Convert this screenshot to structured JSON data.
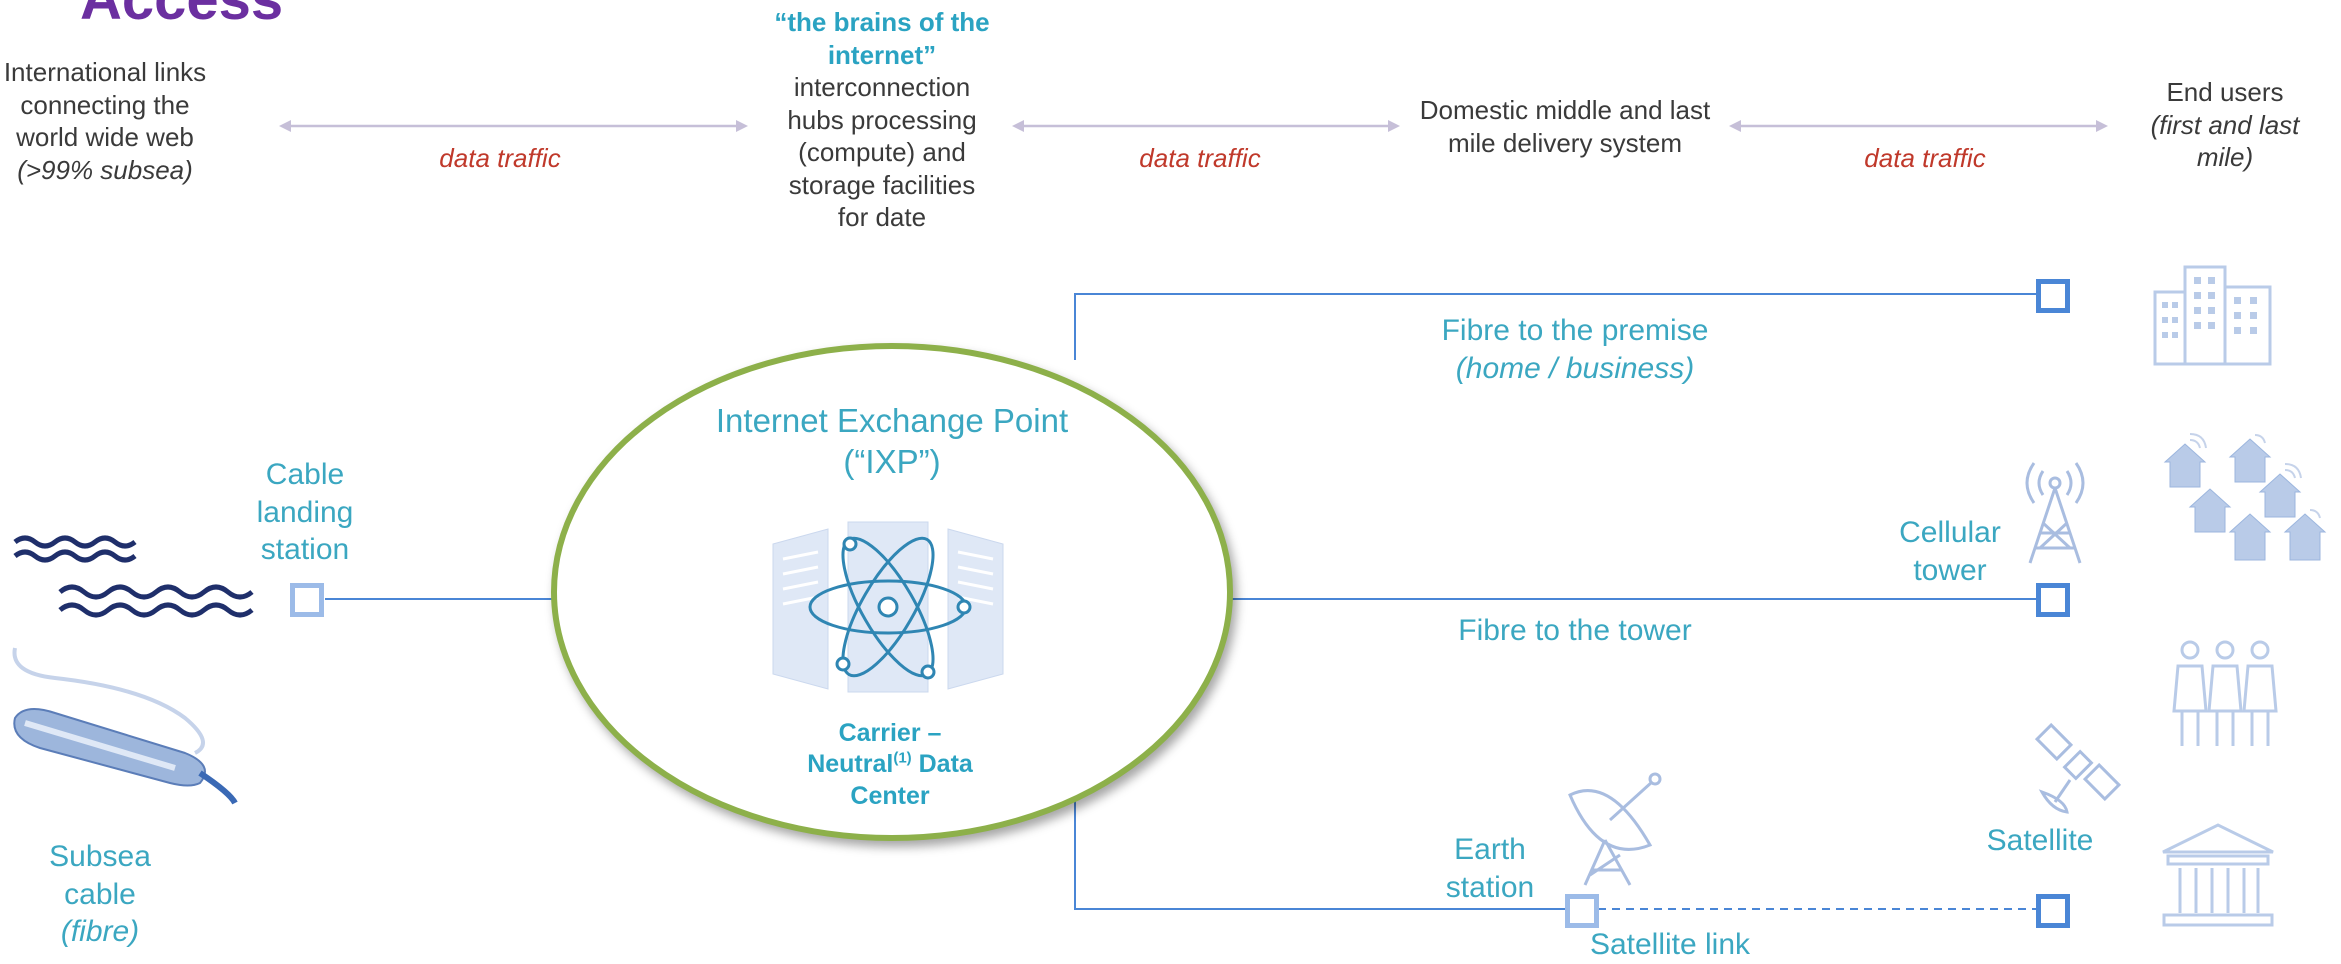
{
  "title": "Access",
  "header": {
    "international": {
      "line1": "International links",
      "line2": "connecting the",
      "line3": "world wide web",
      "note": "(>99% subsea)"
    },
    "brains": {
      "bold1": "“the brains of the",
      "bold2": "internet”",
      "line1": "interconnection",
      "line2": "hubs processing",
      "line3": "(compute) and",
      "line4": "storage facilities",
      "line5": "for date"
    },
    "domestic": {
      "line1": "Domestic middle and last",
      "line2": "mile delivery system"
    },
    "end_users": {
      "line1": "End users",
      "note1": "(first and last",
      "note2": "mile)"
    },
    "traffic_1": "data traffic",
    "traffic_2": "data traffic",
    "traffic_3": "data traffic"
  },
  "ixp": {
    "title1": "Internet Exchange Point",
    "title2": "(“IXP”)",
    "dc1": "Carrier –",
    "dc2a": "Neutral",
    "dc2sup": "(1)",
    "dc2b": " Data",
    "dc3": "Center"
  },
  "left": {
    "landing1": "Cable",
    "landing2": "landing",
    "landing3": "station",
    "subsea1": "Subsea",
    "subsea2": "cable",
    "subsea3": "(fibre)"
  },
  "links": {
    "premise1": "Fibre to the premise",
    "premise2": "(home / business)",
    "tower": "Fibre to the tower",
    "cellular1": "Cellular",
    "cellular2": "tower",
    "earth1": "Earth",
    "earth2": "station",
    "satellite": "Satellite",
    "satellite_link": "Satellite link"
  },
  "icons": [
    "building-icon",
    "houses-icon",
    "people-icon",
    "institution-icon",
    "cell-tower-icon",
    "satellite-dish-icon",
    "satellite-icon",
    "data-center-icon",
    "waves-icon",
    "subsea-cable-icon"
  ],
  "colors": {
    "accent": "#3ba7c1",
    "line": "#4a86d6",
    "ellipse": "#8db04a",
    "traffic": "#c0392b",
    "title": "#6b2fa0",
    "icon": "#b9cbe8"
  }
}
